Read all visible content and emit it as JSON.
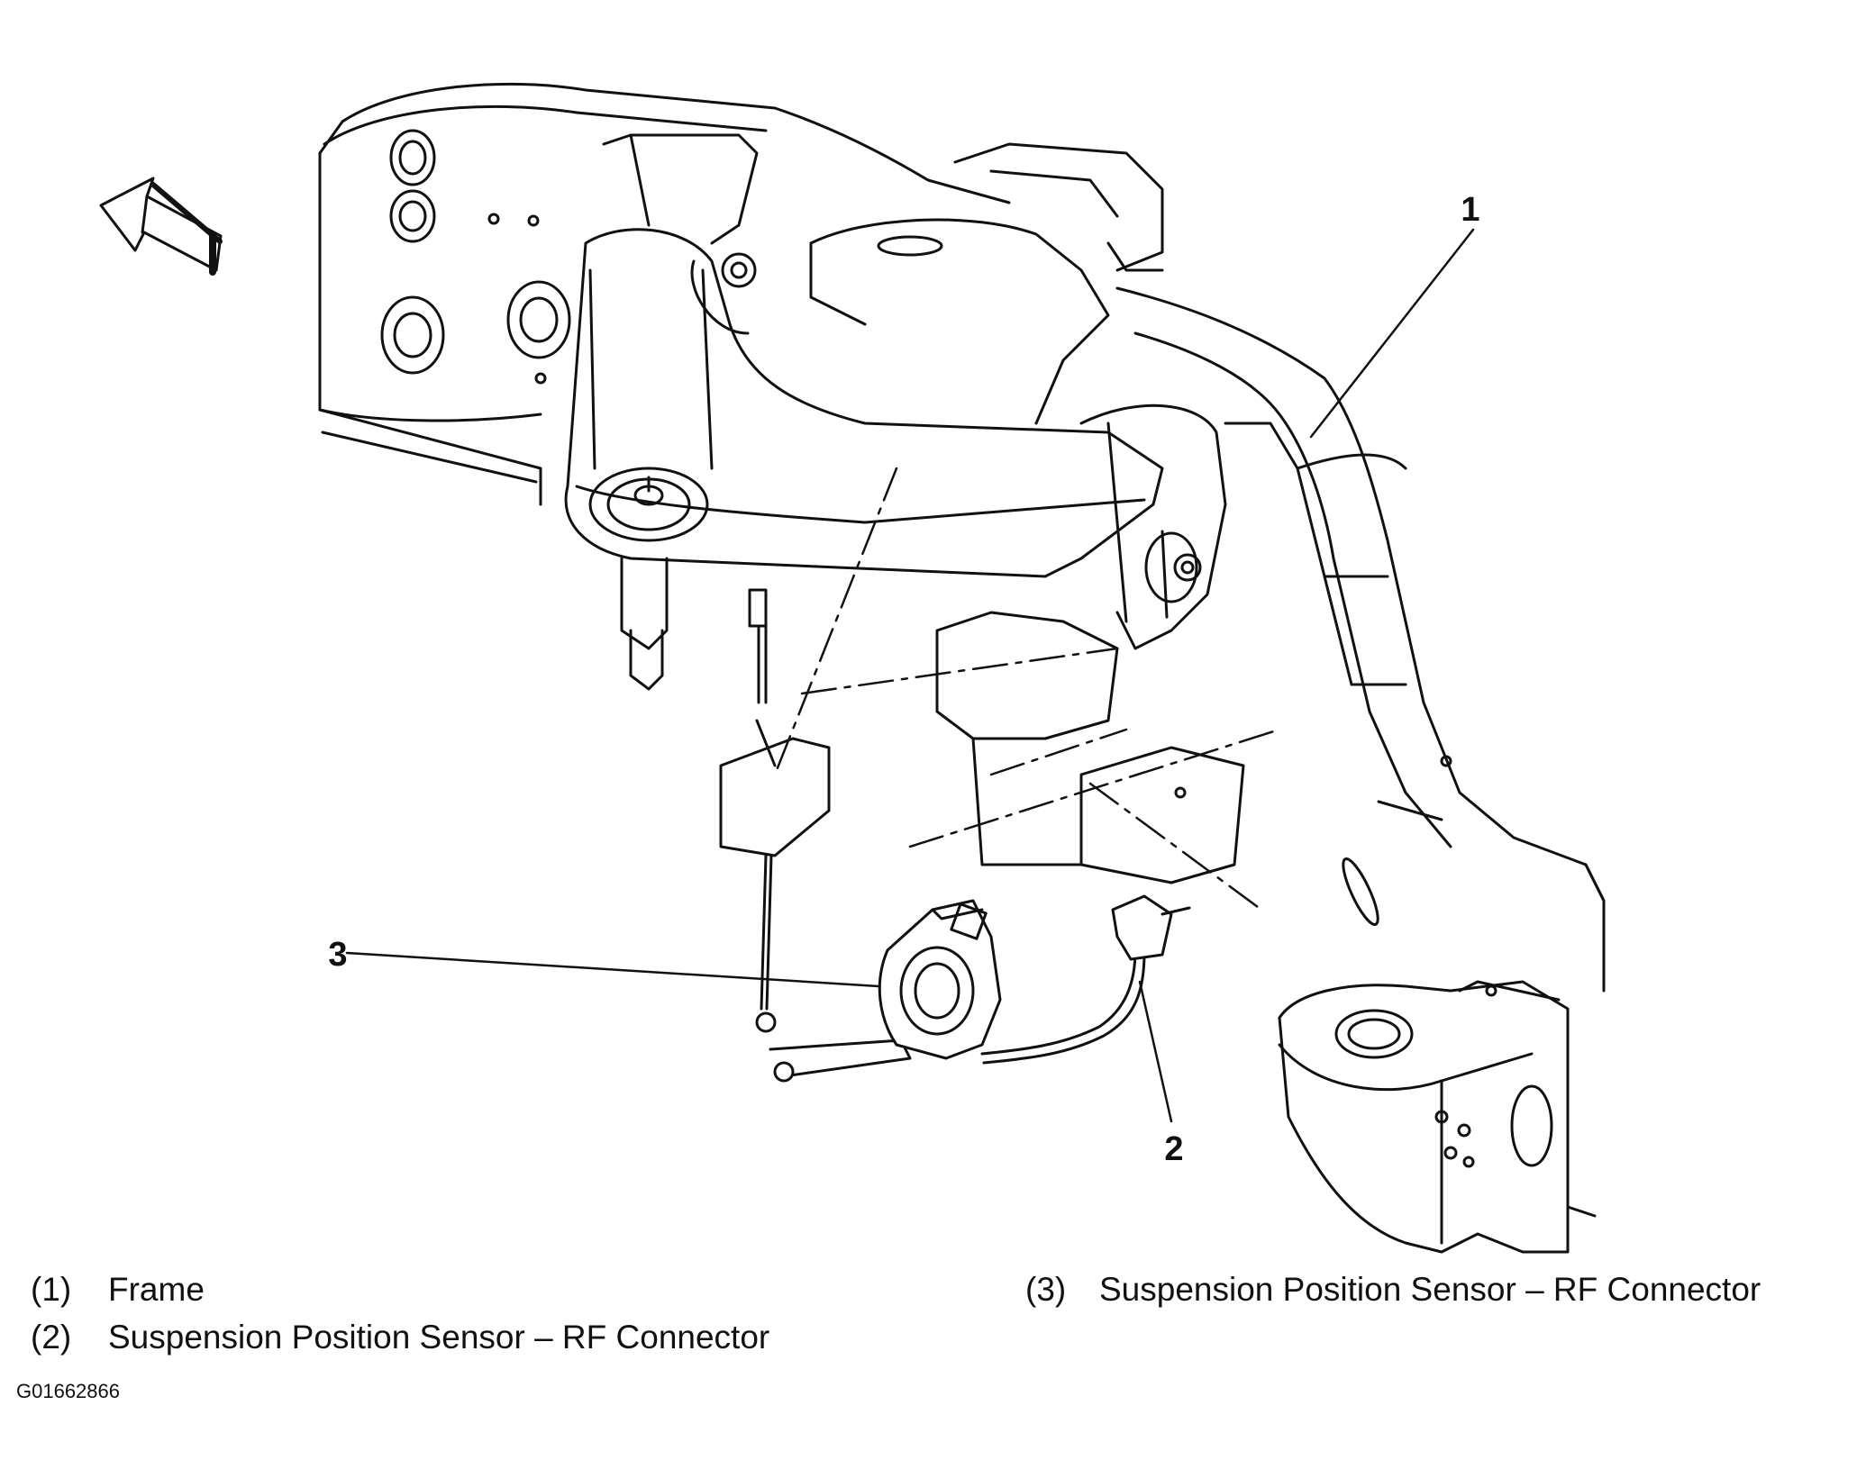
{
  "callouts": [
    {
      "number": "1"
    },
    {
      "number": "2"
    },
    {
      "number": "3"
    }
  ],
  "legend": [
    {
      "number": "(1)",
      "label": "Frame"
    },
    {
      "number": "(2)",
      "label": "Suspension Position Sensor – RF Connector"
    },
    {
      "number": "(3)",
      "label": "Suspension Position Sensor – RF Connector"
    }
  ],
  "figure_id": "G01662866",
  "colors": {
    "line": "#111111",
    "background": "#ffffff"
  },
  "icons": {
    "forward_arrow": "front-direction-arrow-icon"
  }
}
